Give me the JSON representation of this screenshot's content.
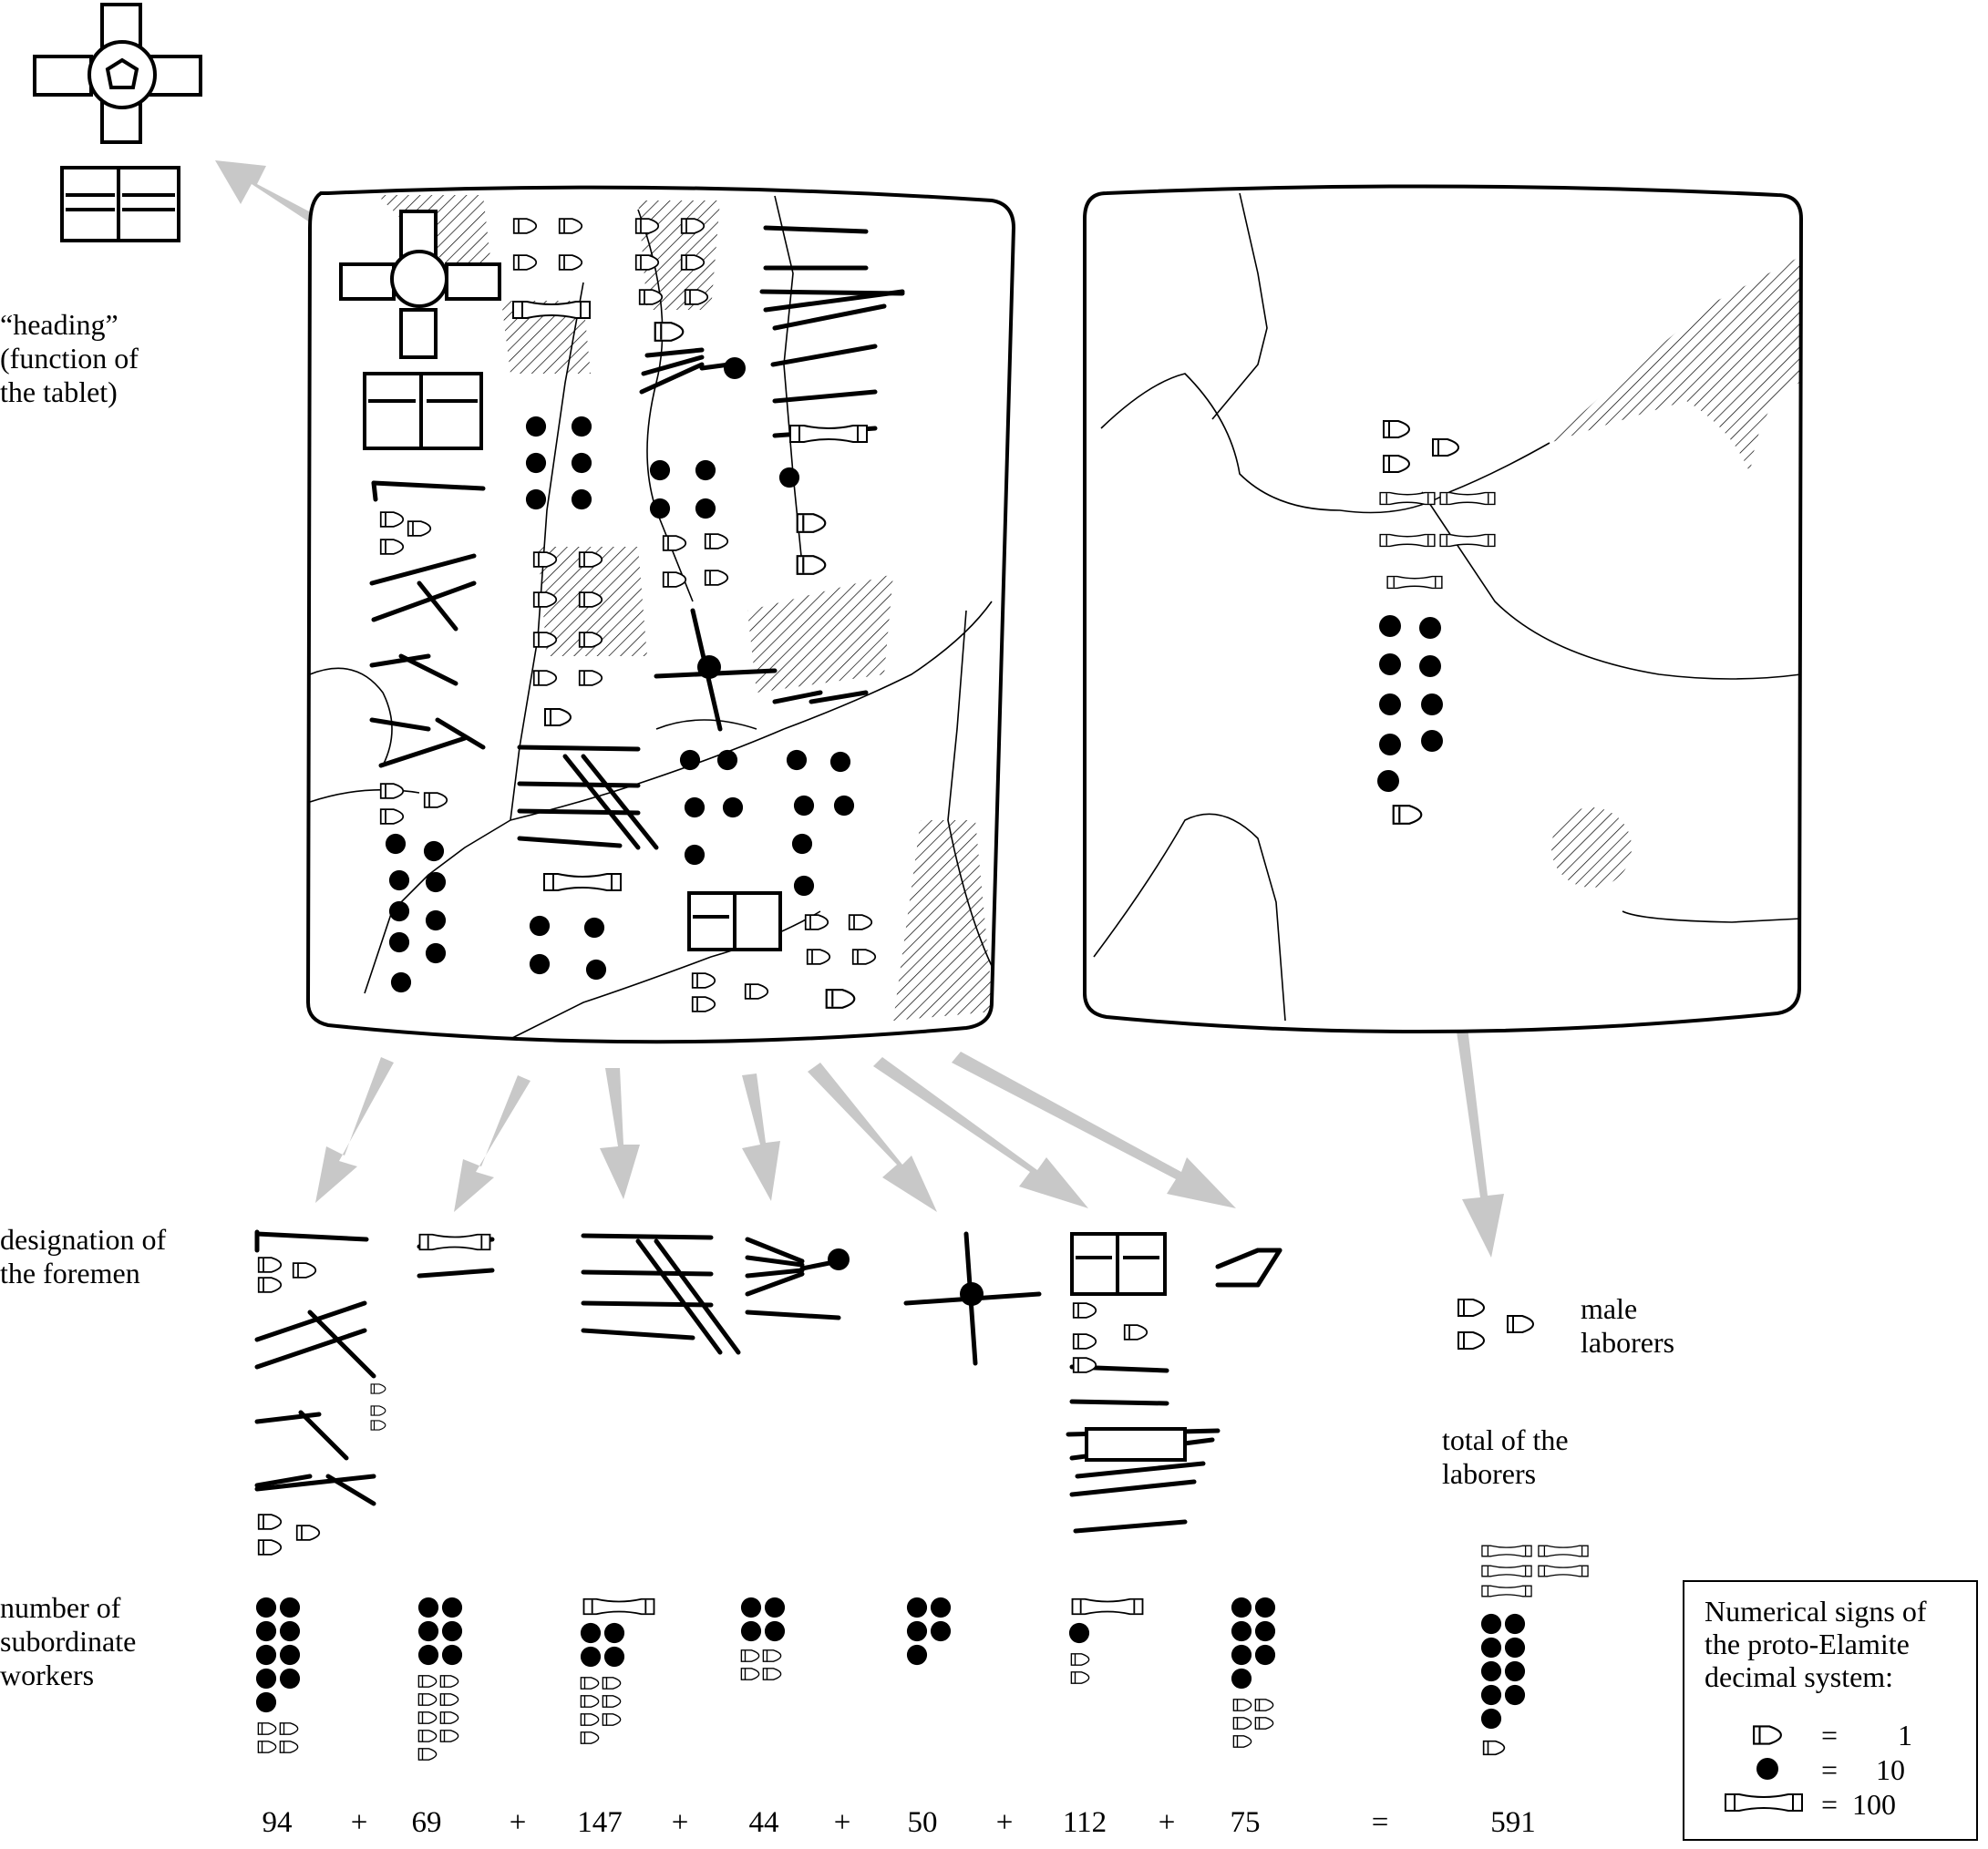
{
  "labels": {
    "heading": "“heading”\n(function of\nthe tablet)",
    "foremen": "designation of\nthe foremen",
    "workers": "number of\nsubordinate\nworkers",
    "male_laborers": "male\nlaborers",
    "total_laborers": "total of the\nlaborers"
  },
  "sums": {
    "terms": [
      "94",
      "69",
      "147",
      "44",
      "50",
      "112",
      "75"
    ],
    "operators": [
      "+",
      "+",
      "+",
      "+",
      "+",
      "+",
      "="
    ],
    "total": "591"
  },
  "legend": {
    "title": "Numerical signs of\nthe proto-Elamite\ndecimal system:",
    "rows": [
      {
        "equals": "=",
        "value": "1"
      },
      {
        "equals": "=",
        "value": "10"
      },
      {
        "equals": "=",
        "value": "100"
      }
    ]
  }
}
